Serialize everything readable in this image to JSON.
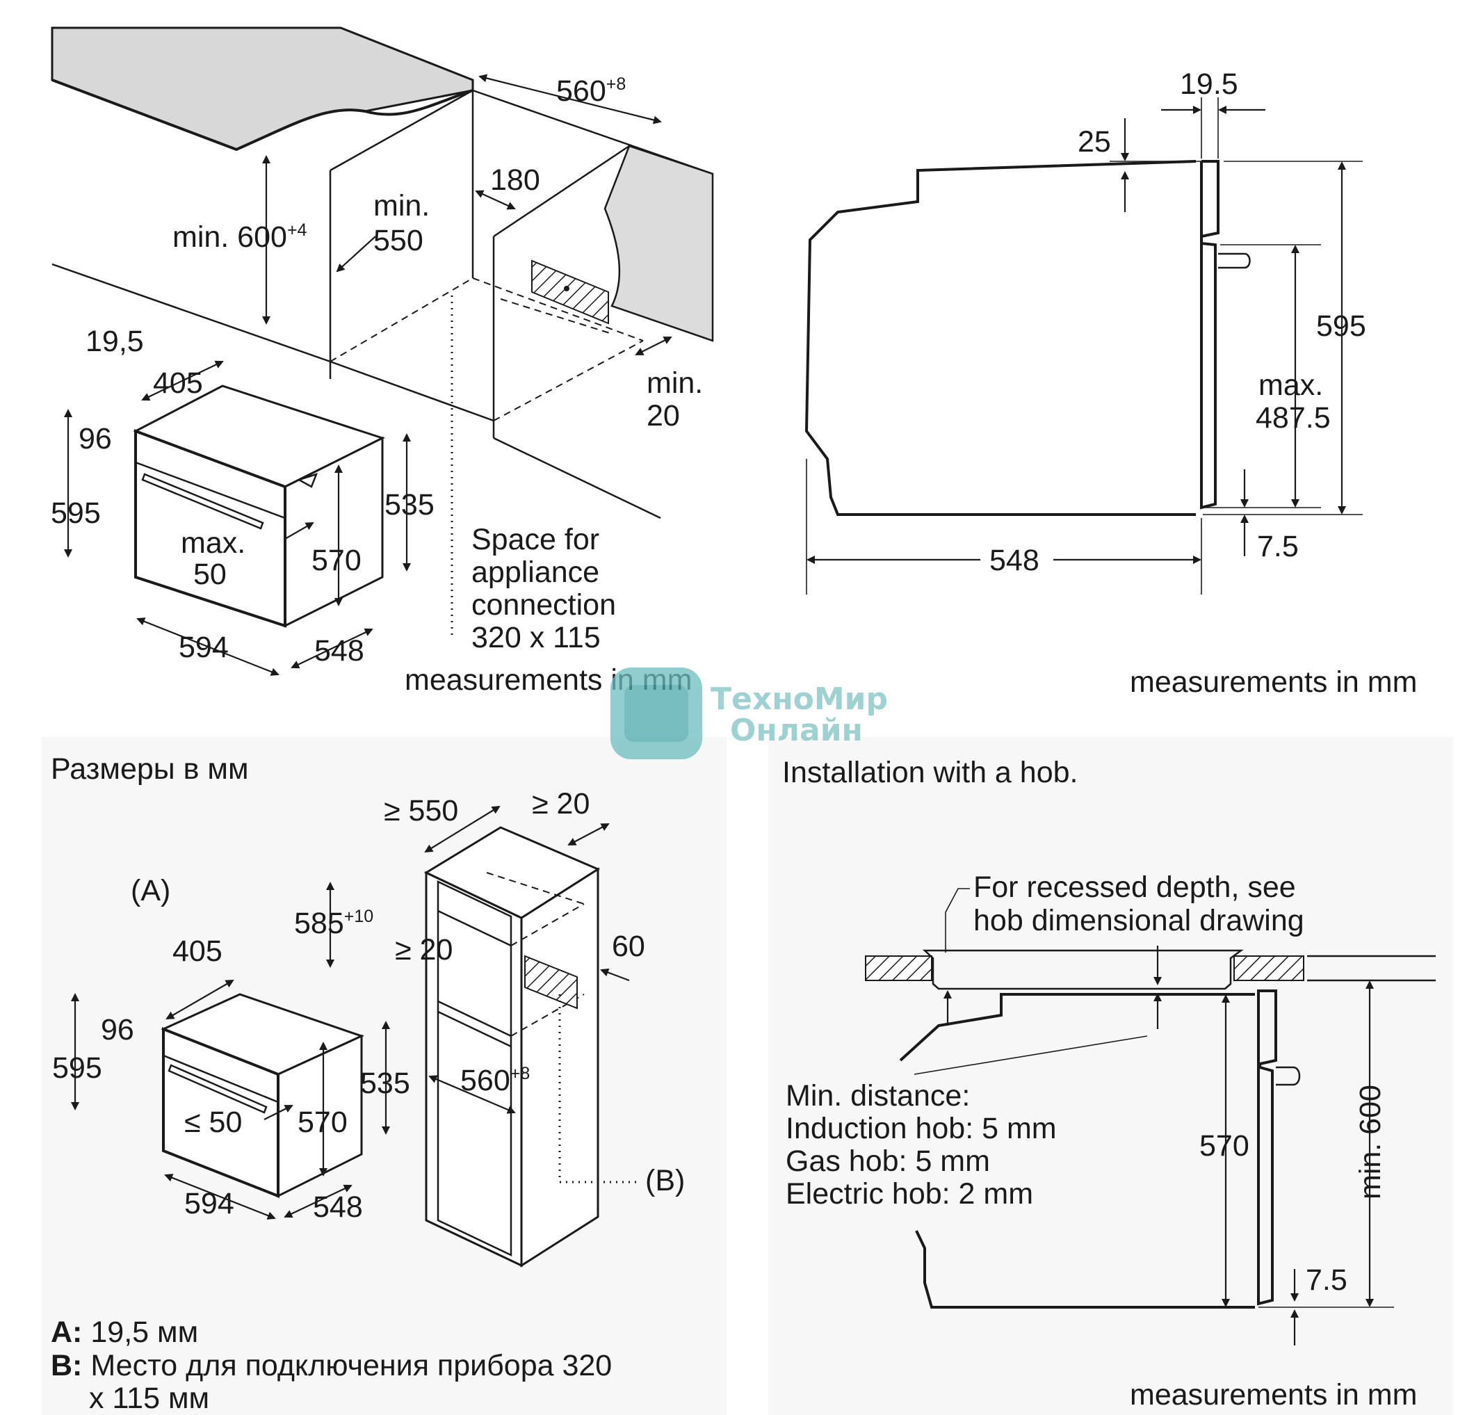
{
  "watermark": {
    "line1": "ТехноМир",
    "line2": "Онлайн"
  },
  "panel1": {
    "dims": {
      "d560": "560",
      "d560_tol": "+8",
      "min600": "min. 600",
      "min600_tol": "+4",
      "min550_a": "min.",
      "min550_b": "550",
      "d180": "180",
      "d19_5": "19,5",
      "d405": "405",
      "d96": "96",
      "d595": "595",
      "max50_a": "max.",
      "max50_b": "50",
      "d570": "570",
      "d535": "535",
      "d594": "594",
      "d548": "548",
      "min20_a": "min.",
      "min20_b": "20"
    },
    "space_note": [
      "Space for",
      "appliance",
      "connection",
      "320 x 115"
    ],
    "caption": "measurements in mm"
  },
  "panel2": {
    "dims": {
      "d19_5": "19.5",
      "d25": "25",
      "d595": "595",
      "max_a": "max.",
      "max_b": "487.5",
      "d548": "548",
      "d7_5": "7.5"
    },
    "caption": "measurements in mm"
  },
  "panel3": {
    "title": "Размеры в мм",
    "dims": {
      "ge550": "≥ 550",
      "ge20_top": "≥ 20",
      "markA": "(A)",
      "d585": "585",
      "d585_tol": "+10",
      "ge20_mid": "≥ 20",
      "d60": "60",
      "d405": "405",
      "d96": "96",
      "d595": "595",
      "d535": "535",
      "d560": "560",
      "d560_tol": "+8",
      "le50": "≤ 50",
      "d570": "570",
      "d594": "594",
      "d548": "548",
      "markB": "(B)"
    },
    "legend": [
      {
        "key": "A:",
        "text": "19,5 мм"
      },
      {
        "key": "B:",
        "text": "Место для подключения прибора 320",
        "cont": "x 115 мм"
      }
    ]
  },
  "panel4": {
    "title": "Installation with a hob.",
    "recess_note": [
      "For recessed depth, see",
      "hob dimensional drawing"
    ],
    "min_distance": [
      "Min. distance:",
      "Induction hob: 5 mm",
      "Gas hob: 5 mm",
      "Electric hob: 2 mm"
    ],
    "dims": {
      "d570": "570",
      "min600": "min. 600",
      "d7_5": "7.5"
    },
    "caption": "measurements in mm"
  }
}
